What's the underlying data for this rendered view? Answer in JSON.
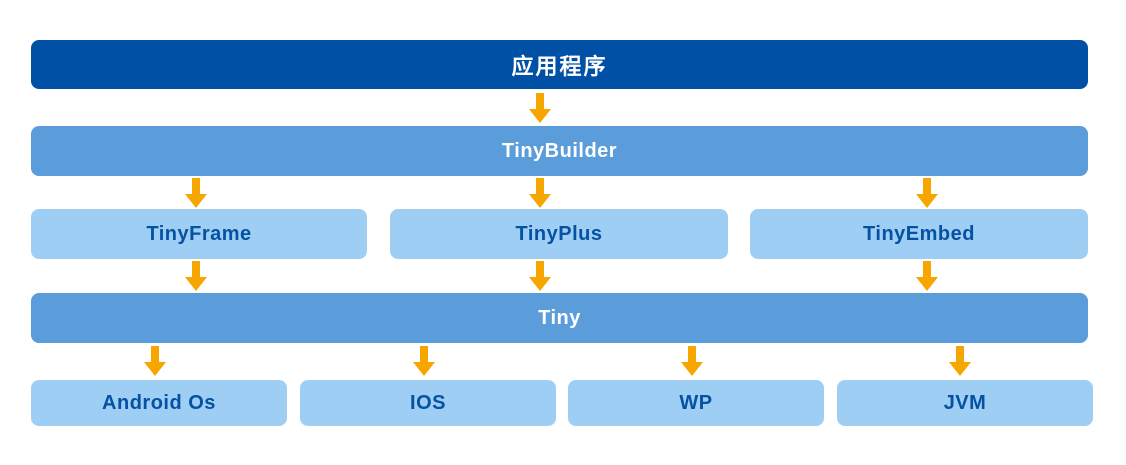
{
  "diagram": {
    "title": "Tiny framework architecture stack",
    "colors": {
      "dark_blue": "#0051a5",
      "medium_blue": "#5b9dda",
      "light_blue": "#9fcef5",
      "arrow_orange": "#f7a600",
      "light_box_text": "#0551a2",
      "bar_text": "#ffffff",
      "background": "#ffffff"
    },
    "nodes": {
      "app": {
        "label": "应用程序"
      },
      "tinybuilder": {
        "label": "TinyBuilder"
      },
      "tinyframe": {
        "label": "TinyFrame"
      },
      "tinyplus": {
        "label": "TinyPlus"
      },
      "tinyembed": {
        "label": "TinyEmbed"
      },
      "tiny": {
        "label": "Tiny"
      },
      "android": {
        "label": "Android Os"
      },
      "ios": {
        "label": "IOS"
      },
      "wp": {
        "label": "WP"
      },
      "jvm": {
        "label": "JVM"
      }
    },
    "edges": [
      {
        "from": "app",
        "to": "tinybuilder"
      },
      {
        "from": "tinybuilder",
        "to": "tinyframe"
      },
      {
        "from": "tinybuilder",
        "to": "tinyplus"
      },
      {
        "from": "tinybuilder",
        "to": "tinyembed"
      },
      {
        "from": "tinyframe",
        "to": "tiny"
      },
      {
        "from": "tinyplus",
        "to": "tiny"
      },
      {
        "from": "tinyembed",
        "to": "tiny"
      },
      {
        "from": "tiny",
        "to": "android"
      },
      {
        "from": "tiny",
        "to": "ios"
      },
      {
        "from": "tiny",
        "to": "wp"
      },
      {
        "from": "tiny",
        "to": "jvm"
      }
    ]
  }
}
